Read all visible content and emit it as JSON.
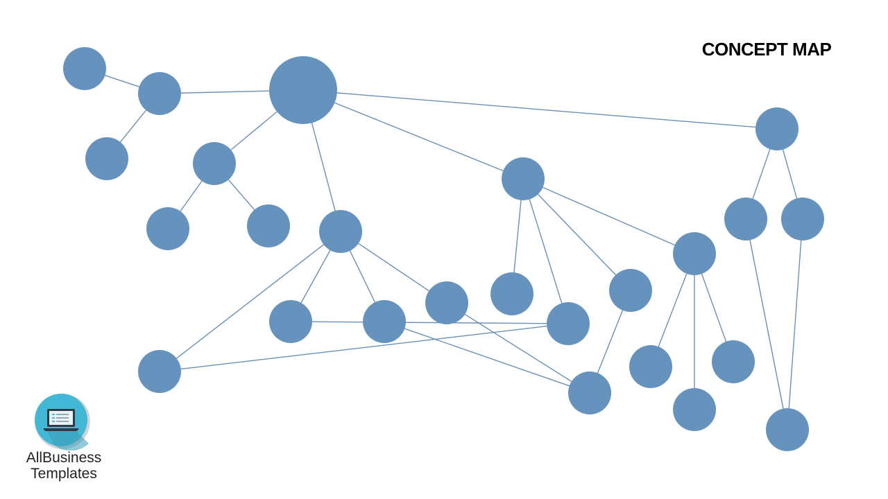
{
  "title": "CONCEPT MAP",
  "colors": {
    "node": "#6693bd",
    "edge": "#6a8fb6",
    "logo_circle": "#43b8d6",
    "logo_shadow": "#3a9bb8"
  },
  "logo": {
    "line1": "AllBusiness",
    "line2": "Templates",
    "icon": "laptop-icon"
  },
  "nodes": [
    {
      "id": "n1"
    },
    {
      "id": "n2"
    },
    {
      "id": "n3"
    },
    {
      "id": "hub"
    },
    {
      "id": "n4"
    },
    {
      "id": "n5"
    },
    {
      "id": "n6"
    },
    {
      "id": "n7"
    },
    {
      "id": "n8"
    },
    {
      "id": "n9"
    },
    {
      "id": "n10"
    },
    {
      "id": "n11"
    },
    {
      "id": "n12"
    },
    {
      "id": "n13"
    },
    {
      "id": "n14"
    },
    {
      "id": "n15"
    },
    {
      "id": "n16"
    },
    {
      "id": "n17"
    },
    {
      "id": "n18"
    },
    {
      "id": "n19"
    },
    {
      "id": "n20"
    },
    {
      "id": "n21"
    },
    {
      "id": "n22"
    },
    {
      "id": "n23"
    },
    {
      "id": "n24"
    },
    {
      "id": "n25"
    },
    {
      "id": "n26"
    }
  ],
  "edges": [
    [
      "n1",
      "n2"
    ],
    [
      "n2",
      "n3"
    ],
    [
      "n2",
      "hub"
    ],
    [
      "hub",
      "n4"
    ],
    [
      "hub",
      "n7"
    ],
    [
      "hub",
      "n10"
    ],
    [
      "hub",
      "n20"
    ],
    [
      "n4",
      "n5"
    ],
    [
      "n4",
      "n6"
    ],
    [
      "n7",
      "n8"
    ],
    [
      "n7",
      "n9"
    ],
    [
      "n7",
      "n11"
    ],
    [
      "n7",
      "n12"
    ],
    [
      "n9",
      "n15"
    ],
    [
      "n11",
      "n15"
    ],
    [
      "n8",
      "n16"
    ],
    [
      "n10",
      "n13"
    ],
    [
      "n10",
      "n14"
    ],
    [
      "n10",
      "n17"
    ],
    [
      "n10",
      "n18"
    ],
    [
      "n14",
      "n8"
    ],
    [
      "n17",
      "n15"
    ],
    [
      "n18",
      "n19"
    ],
    [
      "n18",
      "n25"
    ],
    [
      "n18",
      "n24"
    ],
    [
      "n20",
      "n21"
    ],
    [
      "n20",
      "n22"
    ],
    [
      "n21",
      "n26"
    ],
    [
      "n22",
      "n26"
    ]
  ]
}
